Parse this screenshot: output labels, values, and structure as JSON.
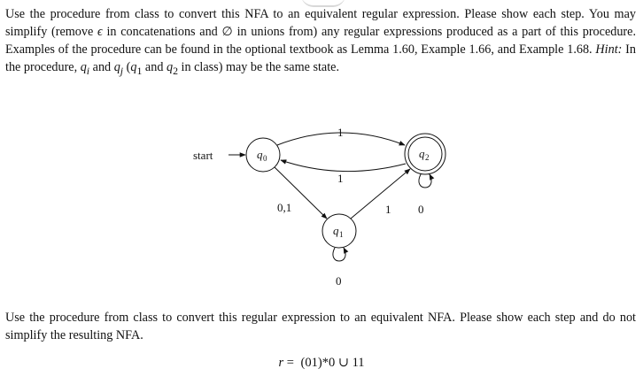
{
  "question1": {
    "before_epsilon": "Use the procedure from class to convert this NFA to an equivalent regular expression. Please show each step. You may simplify (remove ",
    "epsilon": "ϵ",
    "after_epsilon": " in concatenations and ",
    "emptyset": "∅",
    "after_emptyset": " in unions from) any regular expressions produced as a part of this procedure. Examples of the procedure can be found in the optional textbook as Lemma 1.60, Example 1.66, and Example 1.68. ",
    "hint_label": "Hint:",
    "hint_text_1": " In the procedure, ",
    "qi": "q",
    "qi_sub": "i",
    "and_1": " and ",
    "qj": "q",
    "qj_sub": "j",
    "paren_open": " (",
    "q1": "q",
    "q1_sub": "1",
    "and_2": " and ",
    "q2": "q",
    "q2_sub": "2",
    "hint_text_2": " in class) may be the same state."
  },
  "nfa": {
    "start_label": "start",
    "states": [
      {
        "id": "q0",
        "base": "q",
        "sub": "0",
        "accepting": false
      },
      {
        "id": "q1",
        "base": "q",
        "sub": "1",
        "accepting": false
      },
      {
        "id": "q2",
        "base": "q",
        "sub": "2",
        "accepting": true
      }
    ],
    "transitions": [
      {
        "from": "q0",
        "to": "q2",
        "label": "1"
      },
      {
        "from": "q2",
        "to": "q0",
        "label": "1"
      },
      {
        "from": "q0",
        "to": "q1",
        "label": "0,1"
      },
      {
        "from": "q1",
        "to": "q2",
        "label": "1"
      },
      {
        "from": "q1",
        "to": "q1",
        "label": "0"
      },
      {
        "from": "q2",
        "to": "q2",
        "label": "0"
      }
    ]
  },
  "question2": {
    "text": "Use the procedure from class to convert this regular expression to an equivalent NFA. Please show each step and do not simplify the resulting NFA."
  },
  "formula": {
    "lhs": "r",
    "eq": " = ",
    "rhs": "(01)*0 ∪ 11"
  }
}
